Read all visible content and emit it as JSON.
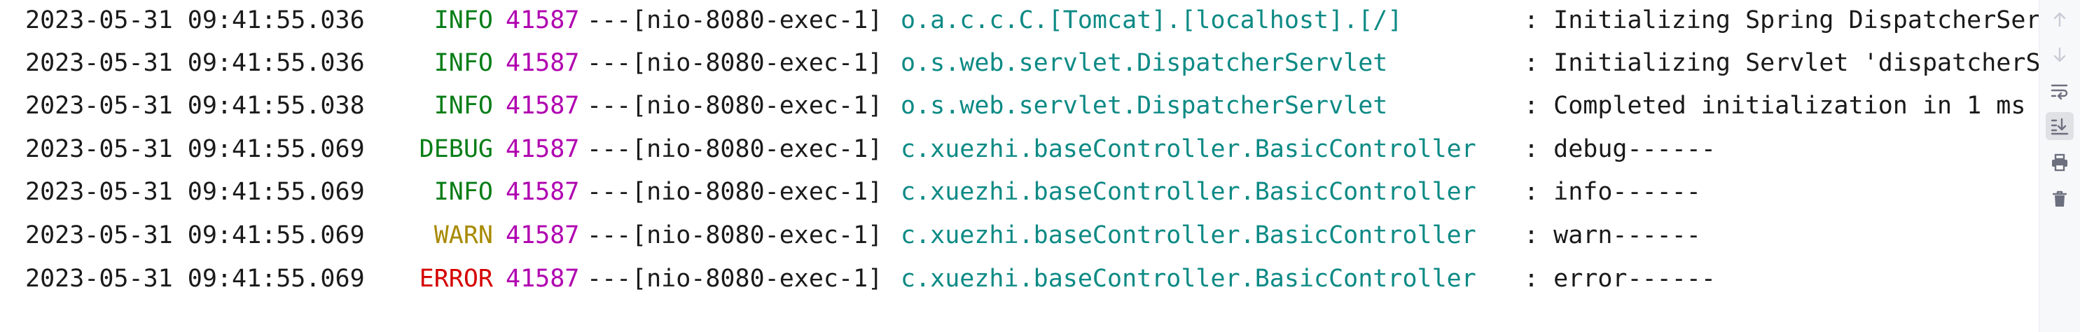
{
  "console": {
    "lines": [
      {
        "timestamp": "2023-05-31 09:41:55.036",
        "level": "INFO",
        "level_color": "#067d17",
        "pid": "41587",
        "separator": "---",
        "thread": "[nio-8080-exec-1]",
        "logger": "o.a.c.c.C.[Tomcat].[localhost].[/]",
        "message": ": Initializing Spring DispatcherSer"
      },
      {
        "timestamp": "2023-05-31 09:41:55.036",
        "level": "INFO",
        "level_color": "#067d17",
        "pid": "41587",
        "separator": "---",
        "thread": "[nio-8080-exec-1]",
        "logger": "o.s.web.servlet.DispatcherServlet",
        "message": ": Initializing Servlet 'dispatcherS"
      },
      {
        "timestamp": "2023-05-31 09:41:55.038",
        "level": "INFO",
        "level_color": "#067d17",
        "pid": "41587",
        "separator": "---",
        "thread": "[nio-8080-exec-1]",
        "logger": "o.s.web.servlet.DispatcherServlet",
        "message": ": Completed initialization in 1 ms"
      },
      {
        "timestamp": "2023-05-31 09:41:55.069",
        "level": "DEBUG",
        "level_color": "#067d17",
        "pid": "41587",
        "separator": "---",
        "thread": "[nio-8080-exec-1]",
        "logger": "c.xuezhi.baseController.BasicController",
        "message": ": debug------"
      },
      {
        "timestamp": "2023-05-31 09:41:55.069",
        "level": "INFO",
        "level_color": "#067d17",
        "pid": "41587",
        "separator": "---",
        "thread": "[nio-8080-exec-1]",
        "logger": "c.xuezhi.baseController.BasicController",
        "message": ": info------"
      },
      {
        "timestamp": "2023-05-31 09:41:55.069",
        "level": "WARN",
        "level_color": "#a88a00",
        "pid": "41587",
        "separator": "---",
        "thread": "[nio-8080-exec-1]",
        "logger": "c.xuezhi.baseController.BasicController",
        "message": ": warn------"
      },
      {
        "timestamp": "2023-05-31 09:41:55.069",
        "level": "ERROR",
        "level_color": "#d50000",
        "pid": "41587",
        "separator": "---",
        "thread": "[nio-8080-exec-1]",
        "logger": "c.xuezhi.baseController.BasicController",
        "message": ": error------"
      }
    ]
  },
  "toolbar": {
    "buttons": [
      {
        "name": "up-arrow-icon",
        "active": false
      },
      {
        "name": "down-arrow-icon",
        "active": false
      },
      {
        "name": "soft-wrap-icon",
        "active": false
      },
      {
        "name": "scroll-to-end-icon",
        "active": true
      },
      {
        "name": "print-icon",
        "active": false
      },
      {
        "name": "trash-icon",
        "active": false
      }
    ],
    "colors": {
      "icon": "#6c707e",
      "icon_disabled": "#c9ccd6"
    }
  }
}
